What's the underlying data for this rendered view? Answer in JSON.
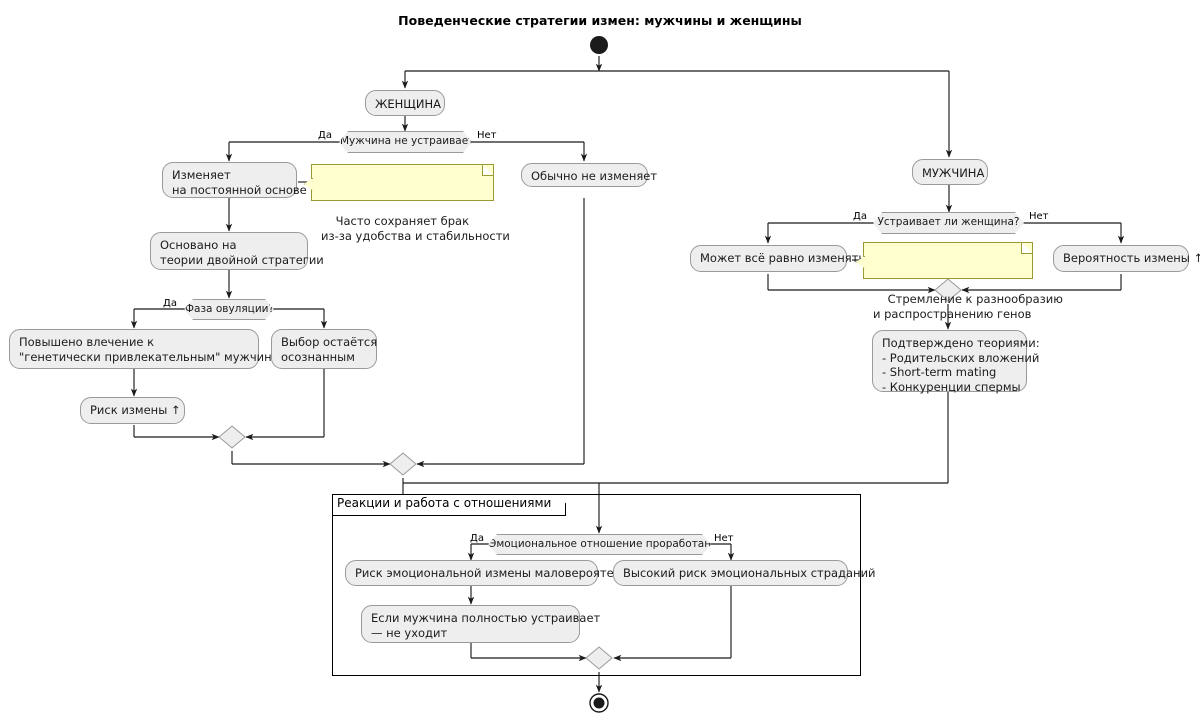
{
  "diagram": {
    "title": "Поведенческие стратегии измен: мужчины и женщины",
    "type": "uml-activity-diagram",
    "colors": {
      "activity_fill": "#EEEEEE",
      "activity_border": "#9A9A9A",
      "note_fill": "#FEFECE",
      "note_border": "#9A9A33",
      "line": "#1b1b1b",
      "partition_border": "#000000",
      "background": "#FFFFFF"
    },
    "nodes": {
      "start": "start-node",
      "end": "end-node",
      "female_lane": "ЖЕНЩИНА",
      "male_lane": "МУЖЧИНА",
      "d_man_unsatisfactory": "Мужчина не устраивает?",
      "a_cheats_regularly": "Изменяет\nна постоянной основе",
      "a_usually_faithful": "Обычно не изменяет",
      "a_dual_strategy": "Основано на\nтеории двойной стратегии",
      "d_ovulation": "Фаза овуляции?",
      "a_attraction_up": "Повышено влечение к\n\"генетически привлекательным\" мужчинам",
      "a_choice_conscious": "Выбор остаётся\nосознанным",
      "a_cheat_risk_up": "Риск измены ↑",
      "d_woman_satisfactory": "Устраивает ли женщина?",
      "a_may_cheat_anyway": "Может всё равно изменять",
      "a_cheat_probability_up": "Вероятность измены ↑",
      "a_theories": "Подтверждено теориями:\n- Родительских вложений\n- Short-term mating\n- Конкуренции спермы",
      "d_emotional_processed": "Эмоциональное отношение проработано?",
      "a_low_emotional_risk": "Риск эмоциональной измены маловероятен",
      "a_high_suffering_risk": "Высокий риск эмоциональных страданий",
      "a_stays_if_satisfied": "Если мужчина полностью устраивает\n— не уходит"
    },
    "notes": {
      "note_marriage": "Часто сохраняет брак\nиз-за удобства и стабильности",
      "note_gene_spread": "Стремление к разнообразию\nи распространению генов"
    },
    "partition": {
      "title": "Реакции и работа с отношениями"
    },
    "guards": {
      "yes": "Да",
      "no": "Нет"
    },
    "edge_labels": [
      {
        "decision": "Мужчина не устраивает?",
        "yes": "Да",
        "no": "Нет"
      },
      {
        "decision": "Фаза овуляции?",
        "yes": "Да",
        "no": ""
      },
      {
        "decision": "Устраивает ли женщина?",
        "yes": "Да",
        "no": "Нет"
      },
      {
        "decision": "Эмоциональное отношение проработано?",
        "yes": "Да",
        "no": "Нет"
      }
    ]
  }
}
